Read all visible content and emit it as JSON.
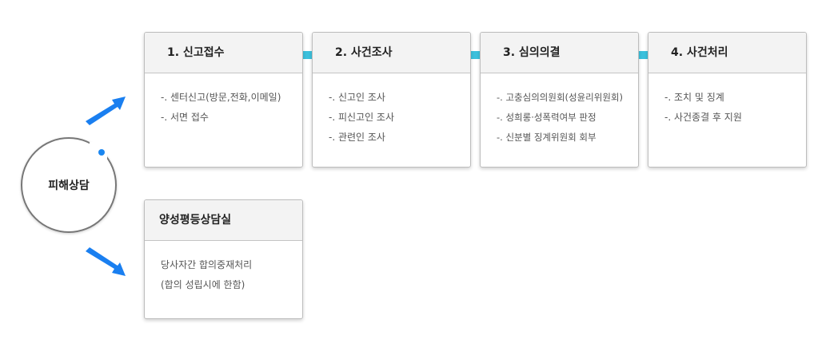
{
  "center": {
    "label": "피해상담"
  },
  "steps": [
    {
      "title": "1. 신고접수",
      "items": [
        "-. 센터신고(방문,전화,이메일)",
        "-. 서면 접수"
      ]
    },
    {
      "title": "2. 사건조사",
      "items": [
        "-. 신고인 조사",
        "-. 피신고인 조사",
        "-. 관련인 조사"
      ]
    },
    {
      "title": "3. 심의의결",
      "items": [
        "-. 고충심의의원회(성윤리위원회)",
        "-. 성희롱·성폭력여부 판정",
        "-. 신분별 징계위원회 회부"
      ]
    },
    {
      "title": "4. 사건처리",
      "items": [
        "-. 조치 및 징계",
        "-. 사건종결 후 지원"
      ]
    }
  ],
  "alt": {
    "title": "양성평등상담실",
    "items": [
      "당사자간 합의중재처리",
      "(합의 성립시에 한함)"
    ]
  },
  "colors": {
    "blue_arrow": "#1a7ff0",
    "cyan_arrow": "#3cc0dc"
  }
}
